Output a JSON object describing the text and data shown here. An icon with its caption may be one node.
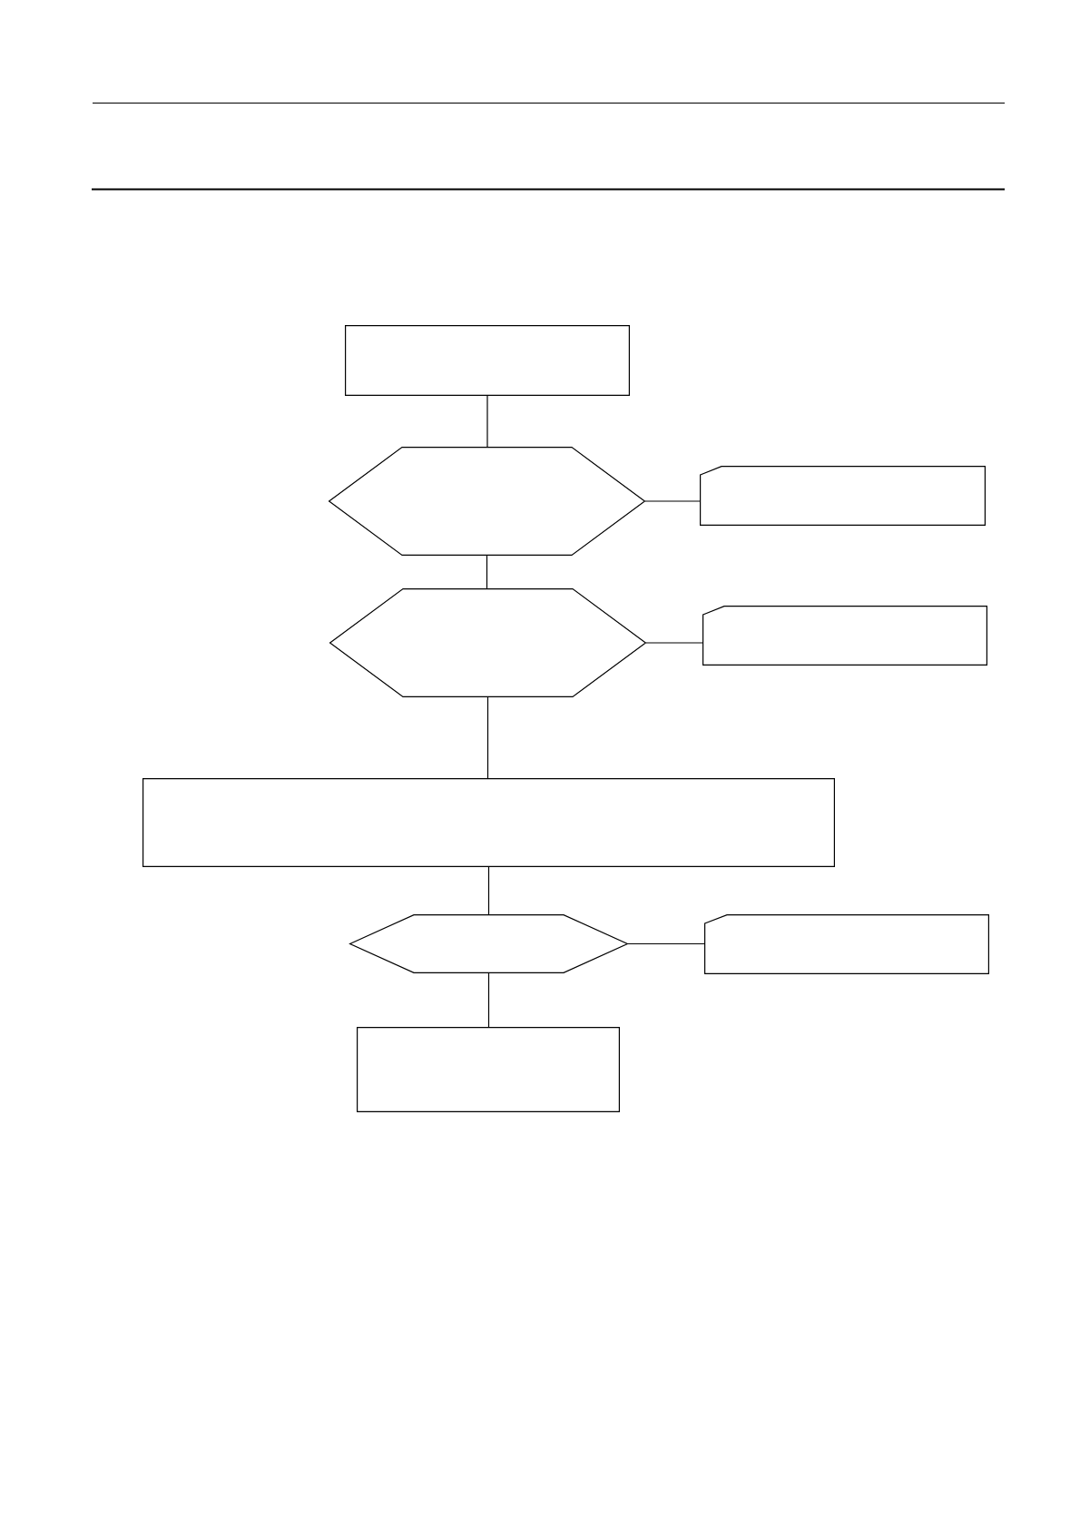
{
  "diagram": {
    "nodes": [
      {
        "text": [],
        "shape": "box"
      },
      {
        "text": [],
        "shape": "hexagon"
      },
      {
        "text": [],
        "shape": "box"
      },
      {
        "text": [],
        "shape": "hexagon"
      },
      {
        "text": [],
        "shape": "box"
      },
      {
        "text": [],
        "shape": "box"
      },
      {
        "text": [],
        "shape": "hexagon"
      },
      {
        "text": [],
        "shape": "box"
      },
      {
        "text": [],
        "shape": "box"
      }
    ],
    "edges": [
      {
        "from": 0,
        "to": 1,
        "arrow": "none"
      },
      {
        "from": 1,
        "to": 2,
        "arrow": "none"
      },
      {
        "from": 1,
        "to": 3,
        "arrow": "none"
      },
      {
        "from": 3,
        "to": 4,
        "arrow": "none"
      },
      {
        "from": 3,
        "to": 5,
        "arrow": "none"
      },
      {
        "from": 5,
        "to": 6,
        "arrow": "none"
      },
      {
        "from": 6,
        "to": 7,
        "arrow": "none"
      },
      {
        "from": 6,
        "to": 8,
        "arrow": "none"
      }
    ]
  }
}
